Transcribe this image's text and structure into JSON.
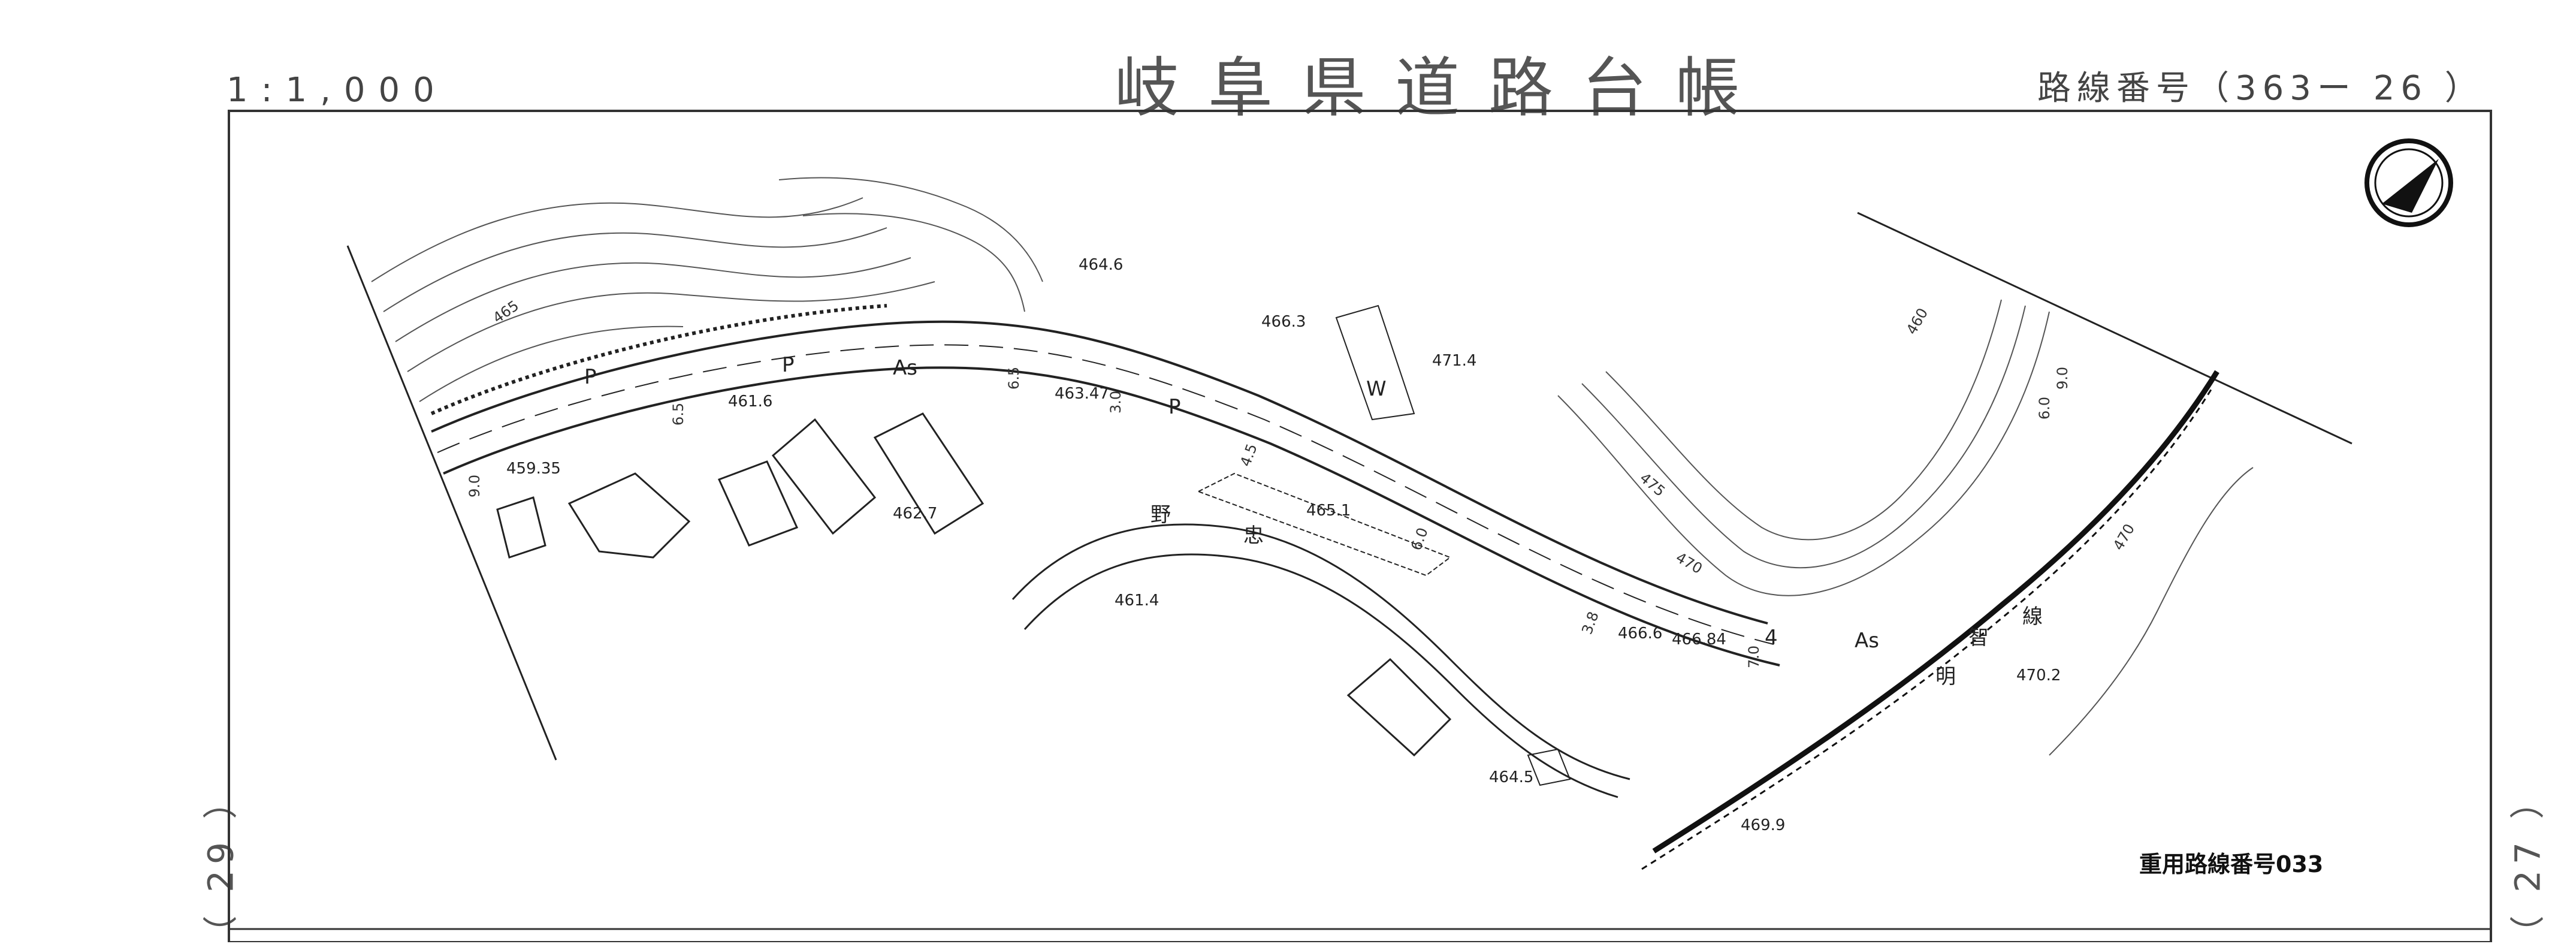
{
  "header": {
    "scale": "1:1,000",
    "title": "岐阜県道路台帳",
    "route_number": "路線番号（363ー 26 ）"
  },
  "sheet_refs": {
    "left": "（ 29 ）",
    "right": "（ 27 ）"
  },
  "map": {
    "doc_id": "重用路線番号033",
    "elevations": [
      "464.6",
      "466.3",
      "471.4",
      "461.6",
      "463.47",
      "459.35",
      "462.7",
      "465.1",
      "461.4",
      "466.6",
      "466.84",
      "464.5",
      "469.9",
      "470.2"
    ],
    "contours": [
      "465",
      "460",
      "475",
      "470",
      "470"
    ],
    "pavement": [
      "As",
      "As"
    ],
    "markers": [
      "P",
      "P",
      "P",
      "W"
    ],
    "road_chars": [
      "野",
      "忠",
      "明",
      "智",
      "線"
    ],
    "widths": [
      "6.5",
      "9.0",
      "6.5",
      "3.0",
      "4.5",
      "6.0",
      "3.8",
      "7.0",
      "9.0",
      "6.0",
      "4"
    ]
  },
  "colors": {
    "ink": "#222222",
    "paper": "#ffffff"
  }
}
